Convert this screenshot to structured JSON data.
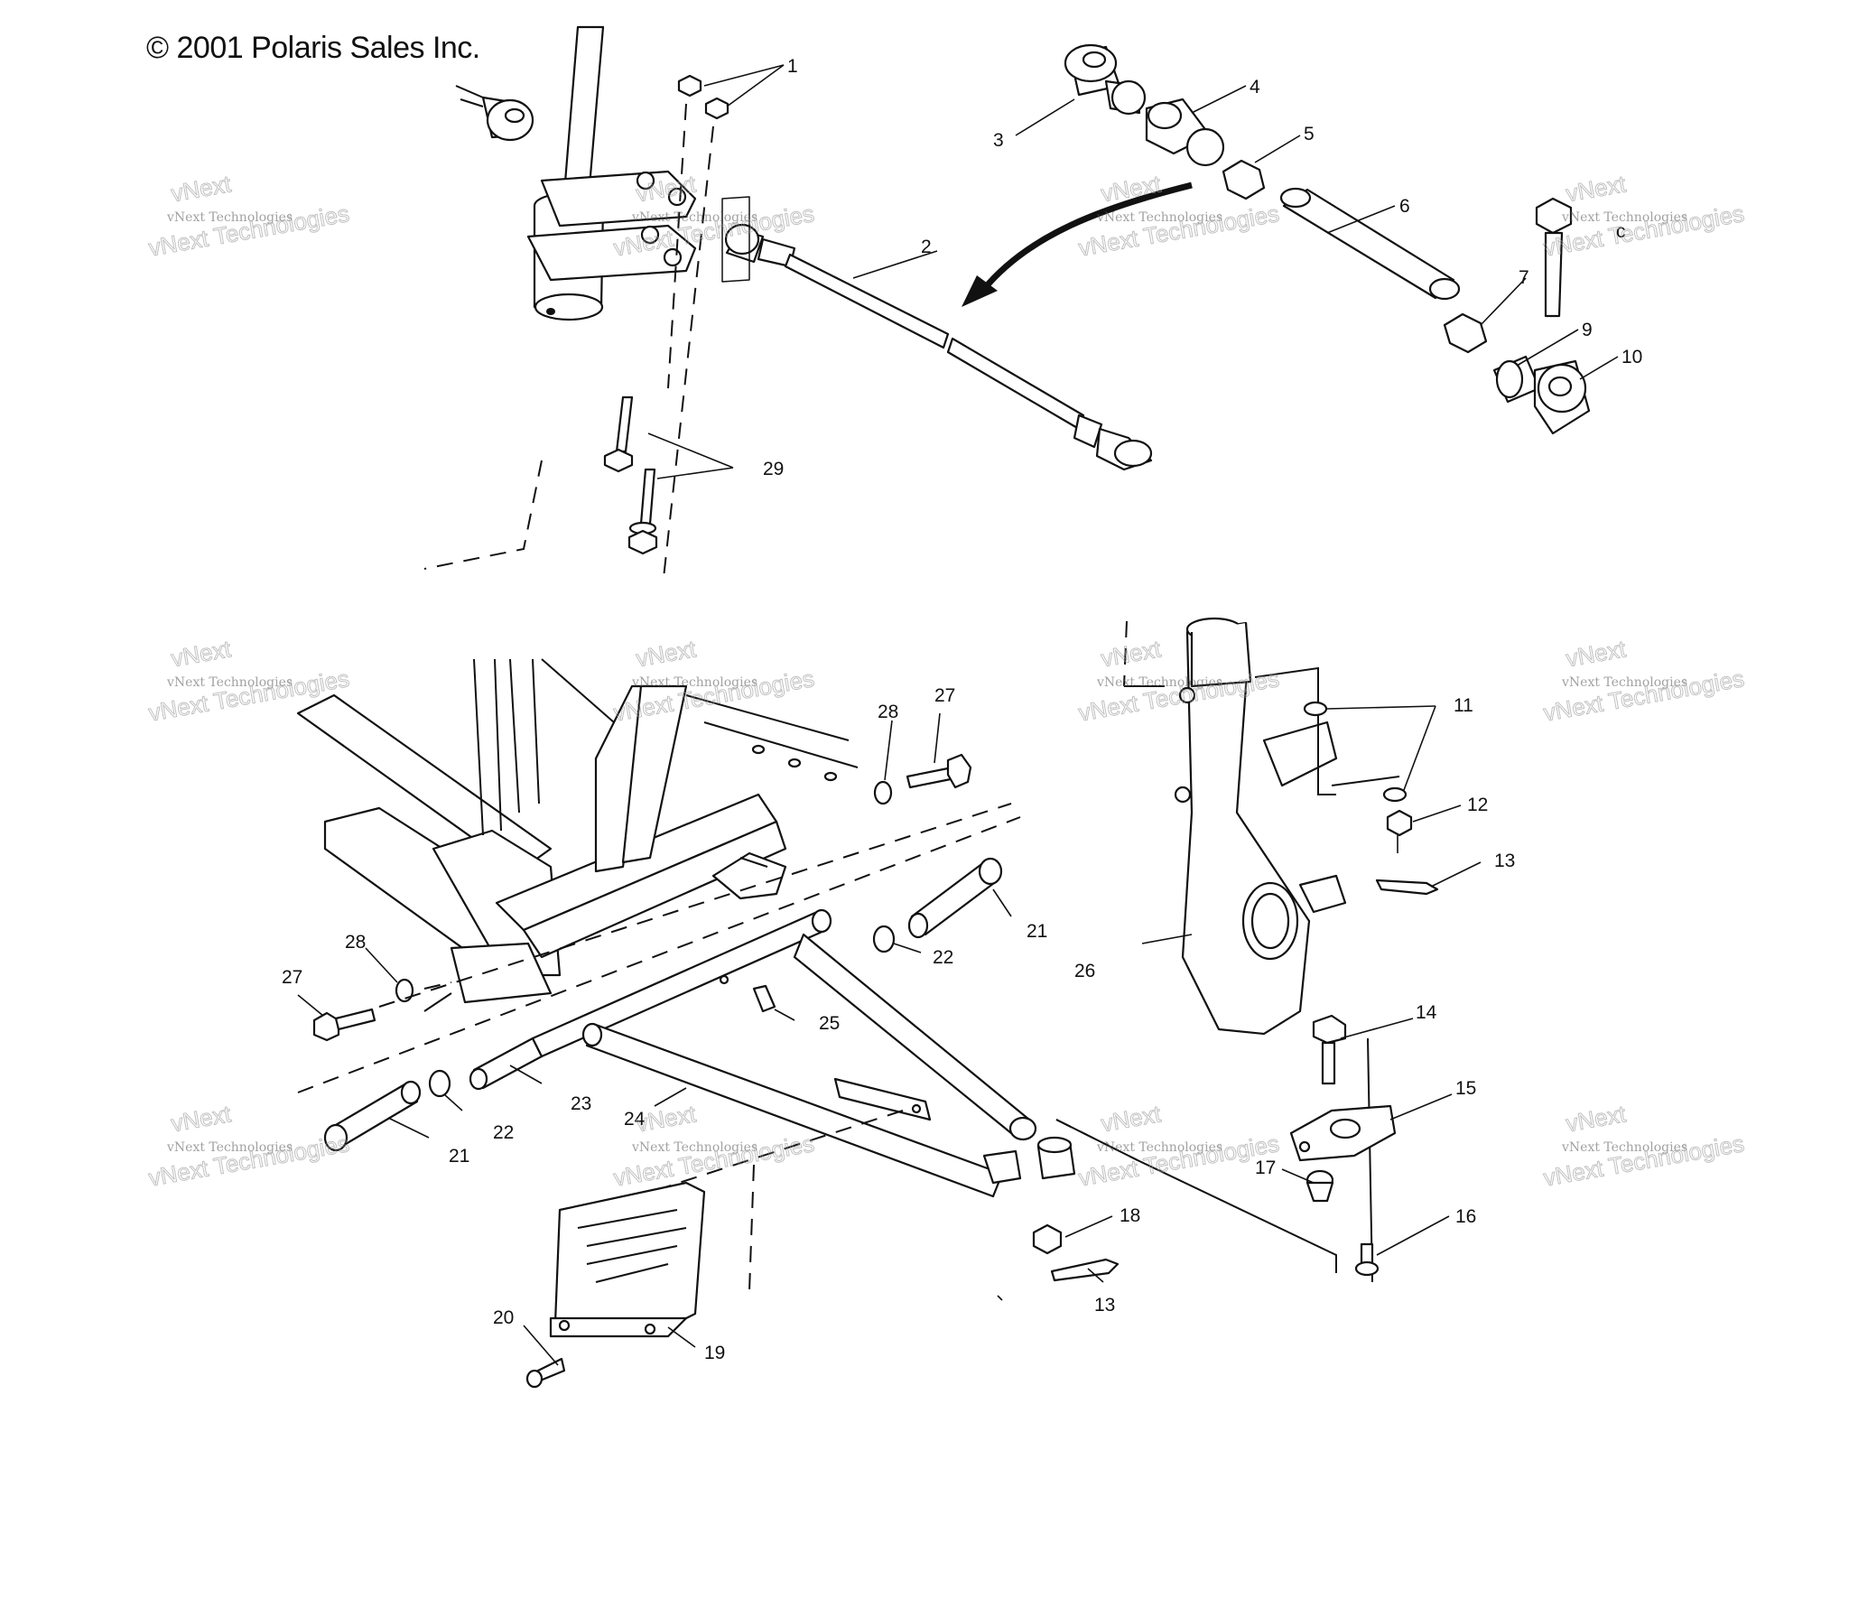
{
  "copyright": "© 2001 Polaris Sales Inc.",
  "watermark": {
    "line1": "vNext Technologies",
    "line2": "vNext Technologies",
    "brand": "vNext"
  },
  "callouts": [
    {
      "id": "c1",
      "label": "1"
    },
    {
      "id": "c2",
      "label": "2"
    },
    {
      "id": "c3",
      "label": "3"
    },
    {
      "id": "c4",
      "label": "4"
    },
    {
      "id": "c5",
      "label": "5"
    },
    {
      "id": "c6",
      "label": "6"
    },
    {
      "id": "c7",
      "label": "7"
    },
    {
      "id": "c9",
      "label": "9"
    },
    {
      "id": "c10",
      "label": "10"
    },
    {
      "id": "c11",
      "label": "11"
    },
    {
      "id": "c12",
      "label": "12"
    },
    {
      "id": "c13a",
      "label": "13"
    },
    {
      "id": "c13b",
      "label": "13"
    },
    {
      "id": "c14",
      "label": "14"
    },
    {
      "id": "c15",
      "label": "15"
    },
    {
      "id": "c16",
      "label": "16"
    },
    {
      "id": "c17",
      "label": "17"
    },
    {
      "id": "c18",
      "label": "18"
    },
    {
      "id": "c19",
      "label": "19"
    },
    {
      "id": "c20",
      "label": "20"
    },
    {
      "id": "c21a",
      "label": "21"
    },
    {
      "id": "c21b",
      "label": "21"
    },
    {
      "id": "c22a",
      "label": "22"
    },
    {
      "id": "c22b",
      "label": "22"
    },
    {
      "id": "c23",
      "label": "23"
    },
    {
      "id": "c24",
      "label": "24"
    },
    {
      "id": "c25",
      "label": "25"
    },
    {
      "id": "c26",
      "label": "26"
    },
    {
      "id": "c27a",
      "label": "27"
    },
    {
      "id": "c27b",
      "label": "27"
    },
    {
      "id": "c28a",
      "label": "28"
    },
    {
      "id": "c28b",
      "label": "28"
    },
    {
      "id": "c29",
      "label": "29"
    }
  ]
}
